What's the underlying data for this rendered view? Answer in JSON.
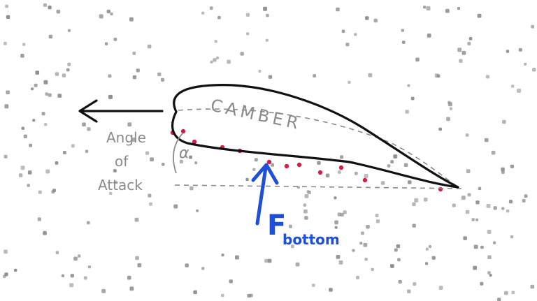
{
  "labels": {
    "camber": "CAMBER",
    "angle_line1": "Angle",
    "angle_line2": "of",
    "angle_line3": "Attack",
    "alpha": "α",
    "force_main": "F",
    "force_sub": "bottom"
  },
  "colors": {
    "particle_gray": "#8a8a8a",
    "particle_red": "#d0204a",
    "airfoil_stroke": "#111111",
    "force_arrow": "#1f4fd6",
    "dashed_lines": "#8a8a8a"
  },
  "icons": {
    "motion_arrow": "left-arrow-icon",
    "force_arrow": "up-arrow-icon"
  }
}
